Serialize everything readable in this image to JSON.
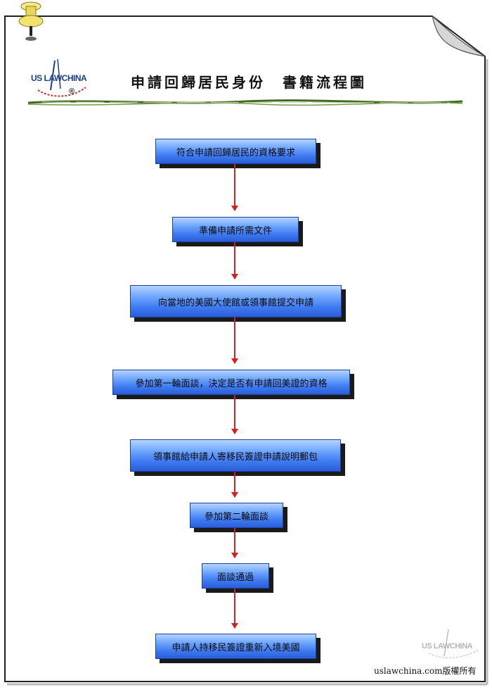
{
  "header": {
    "title": "申請回歸居民身份　書籍流程圖",
    "logo_text": "US LAWCHINA",
    "logo_mark": "®"
  },
  "flow": {
    "steps": [
      "符合申請回歸居民的資格要求",
      "準備申請所需文件",
      "向當地的美國大使館或領事館提交申請",
      "參加第一輪面談，決定是否有申請回美證的資格",
      "領事館給申請人寄移民簽證申請說明郵包",
      "參加第二輪面談",
      "面談通過",
      "申請人持移民簽證重新入境美國"
    ]
  },
  "footer": {
    "watermark_text": "US LAWCHINA",
    "copyright": "uslawchina.com版權所有"
  },
  "colors": {
    "box_fill": "#4f88f5",
    "arrow": "#d81e1e",
    "shadow": "#1a1a1a"
  }
}
